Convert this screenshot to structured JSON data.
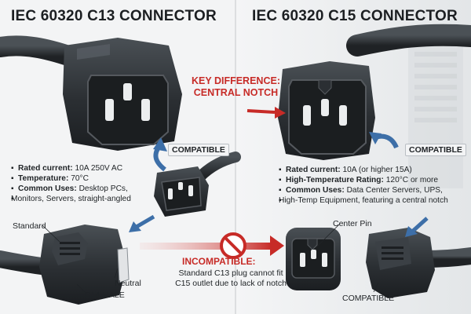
{
  "left": {
    "title": "IEC 60320 C13 CONNECTOR",
    "specs": [
      {
        "key": "Rated current:",
        "value": " 10A 250V AC"
      },
      {
        "key": "Temperature:",
        "value": " 70°C"
      },
      {
        "key": "Common Uses:",
        "value": " Desktop PCs,",
        "extra": "Monitors, Servers, straight-angled"
      }
    ],
    "compatible_label": "COMPATIBLE",
    "labels": {
      "standard": "Standard",
      "neutral": "Neutral",
      "c14_male": "C14 MALE"
    }
  },
  "right": {
    "title": "IEC 60320 C15 CONNECTOR",
    "specs": [
      {
        "key": "Rated current:",
        "value": " 10A (or higher 15A)"
      },
      {
        "key": "High-Temperature Rating:",
        "value": " 120°C or more"
      },
      {
        "key": "Common Uses:",
        "value": " Data Center Servers, UPS,",
        "extra": "High-Temp Equipment, featuring a central notch"
      }
    ],
    "compatible_label": "COMPATIBLE",
    "labels": {
      "center_pin": "Center Pin",
      "compatible_bottom": "COMPATIBLE"
    }
  },
  "key_difference": {
    "line1": "KEY DIFFERENCE:",
    "line2": "CENTRAL NOTCH"
  },
  "incompatible": {
    "heading": "INCOMPATIBLE:",
    "line1": "Standard C13 plug cannot fit",
    "line2": "C15 outlet due to lack of notch"
  },
  "colors": {
    "accent_red": "#c72b27",
    "connector_dark": "#2b2f33",
    "arrow_blue": "#3d6fa8",
    "background": "#eef0f1"
  },
  "icons": [
    "prohibited-icon",
    "arrow-icon"
  ]
}
